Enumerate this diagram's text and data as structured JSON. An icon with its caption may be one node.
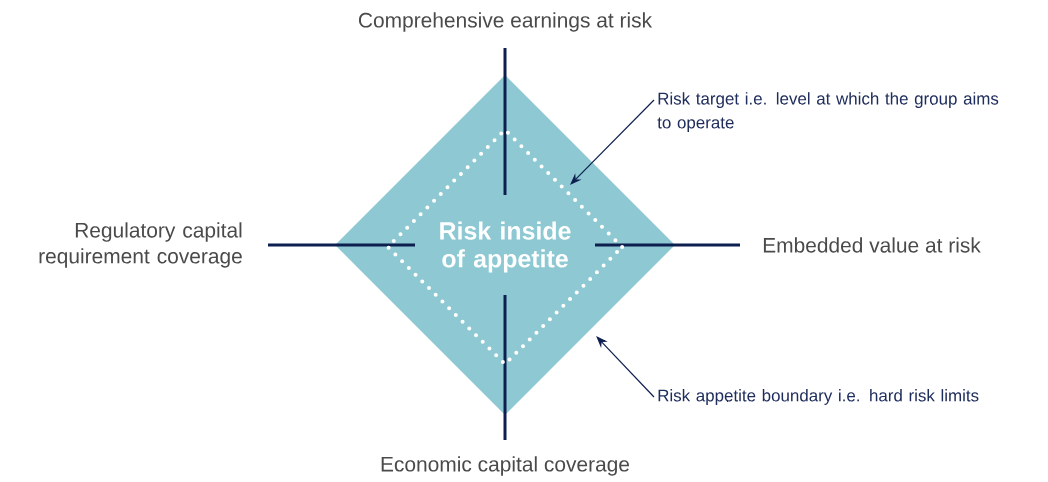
{
  "diagram": {
    "nodes": [
      {
        "text": [],
        "shape": "diamond"
      },
      {
        "text": [
          "Risk inside of appetite"
        ],
        "in": 0
      },
      {
        "text": [
          "Risk target i.e. level at which the group aims to operate"
        ]
      },
      {
        "text": [
          "Risk appetite boundary i.e. hard risk limits"
        ]
      }
    ],
    "edges": [
      {
        "from": 2,
        "to": 1,
        "arrow": "to"
      },
      {
        "from": 3,
        "to": 0,
        "arrow": "to"
      }
    ],
    "labels": [
      "Comprehensive earnings at risk",
      "Regulatory capital requirement coverage",
      "Embedded value at risk",
      "Economic capital coverage"
    ]
  }
}
